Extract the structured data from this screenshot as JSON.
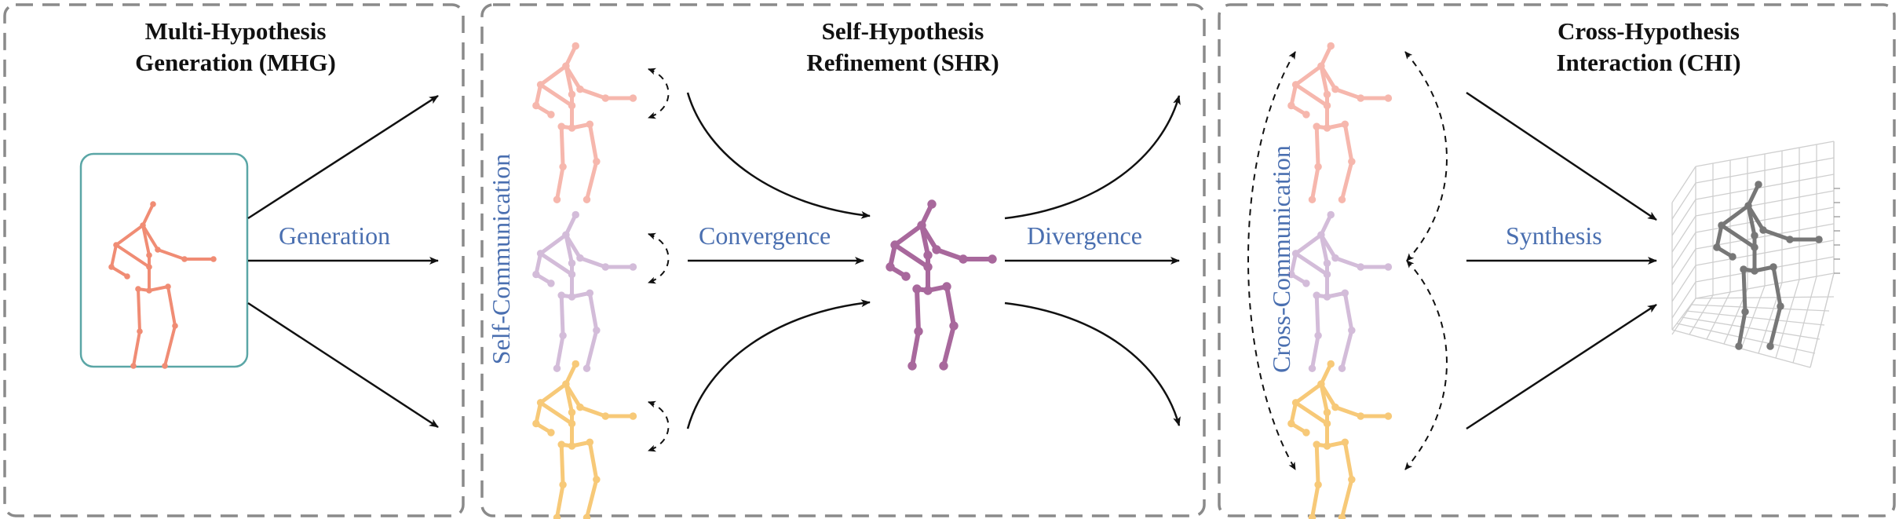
{
  "panels": [
    {
      "title_line1": "Multi-Hypothesis",
      "title_line2": "Generation (MHG)"
    },
    {
      "title_line1": "Self-Hypothesis",
      "title_line2": "Refinement (SHR)"
    },
    {
      "title_line1": "Cross-Hypothesis",
      "title_line2": "Interaction (CHI)"
    }
  ],
  "labels": {
    "generation": "Generation",
    "convergence": "Convergence",
    "divergence": "Divergence",
    "synthesis": "Synthesis",
    "self_communication": "Self-Communication",
    "cross_communication": "Cross-Communication"
  },
  "colors": {
    "panel_border": "#8a8a8a",
    "label_blue": "#4a6fb0",
    "input_box_border": "#5aa6a6",
    "pose_input": "#f08c74",
    "pose_hyp1": "#f6b7ad",
    "pose_hyp2": "#d3bcd9",
    "pose_hyp3": "#f7c978",
    "pose_refined": "#a8689c",
    "pose_output": "#777777",
    "arrow": "#111111"
  }
}
